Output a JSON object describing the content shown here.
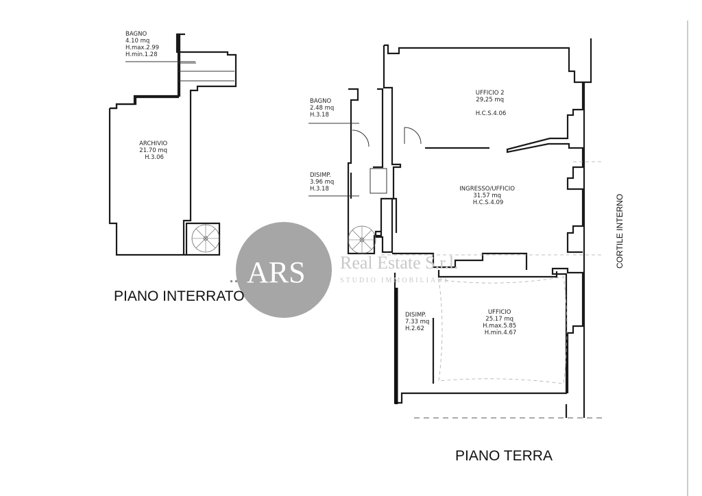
{
  "floors": {
    "basement_label": "PIANO INTERRATO",
    "ground_label": "PIANO TERRA"
  },
  "courtyard_label": "CORTILE INTERNO",
  "rooms": {
    "bagno_interrato": [
      "BAGNO",
      "4.10 mq",
      "H.max.2.99",
      "H.min.1.28"
    ],
    "archivio": [
      "ARCHIVIO",
      "21.70 mq",
      "H.3.06"
    ],
    "bagno_terra": [
      "BAGNO",
      "2.48 mq",
      "H.3.18"
    ],
    "disimp_1": [
      "DISIMP.",
      "3.96 mq",
      "H.3.18"
    ],
    "ufficio_2": [
      "UFFICIO 2",
      "29,25 mq",
      "H.C.S.4.06"
    ],
    "ingresso": [
      "INGRESSO/UFFICIO",
      "31.57 mq",
      "H.C.S.4.09"
    ],
    "disimp_2": [
      "DISIMP.",
      "7.33 mq",
      "H.2.62"
    ],
    "ufficio": [
      "UFFICIO",
      "25.17 mq",
      "H.max.5.85",
      "H.min.4.67"
    ]
  },
  "watermark": {
    "brand": "ARS",
    "company": "Real Estate S.r.l.",
    "tagline": "STUDIO IMMOBILIARE"
  }
}
